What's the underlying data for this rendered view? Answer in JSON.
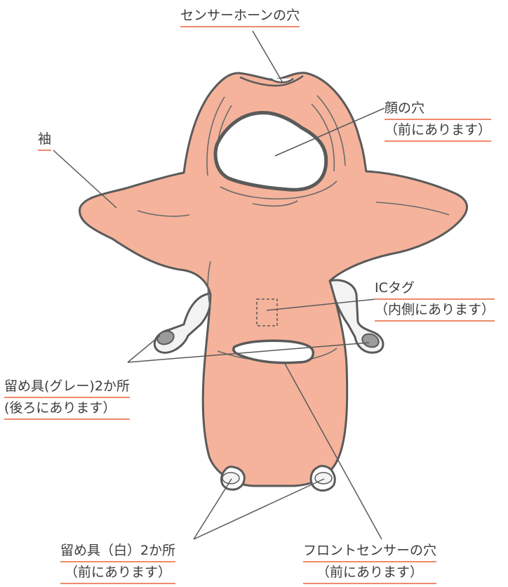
{
  "colors": {
    "garment": "#f5b39b",
    "outline": "#5a5a5a",
    "underline": "#ef8a6c",
    "text": "#3c3c3c"
  },
  "labels": {
    "sensor_horn_hole": "センサーホーンの穴",
    "face_hole": {
      "line1": "顔の穴",
      "line2": "（前にあります）"
    },
    "sleeve": "袖",
    "ic_tag": {
      "line1": "ICタグ",
      "line2": "（内側にあります）"
    },
    "fastener_gray": {
      "line1": "留め具(グレー)2か所",
      "line2": "(後ろにあります）"
    },
    "fastener_white": {
      "line1": "留め具（白）2か所",
      "line2": "（前にあります）"
    },
    "front_sensor_hole": {
      "line1": "フロントセンサーの穴",
      "line2": "（前にあります）"
    }
  }
}
